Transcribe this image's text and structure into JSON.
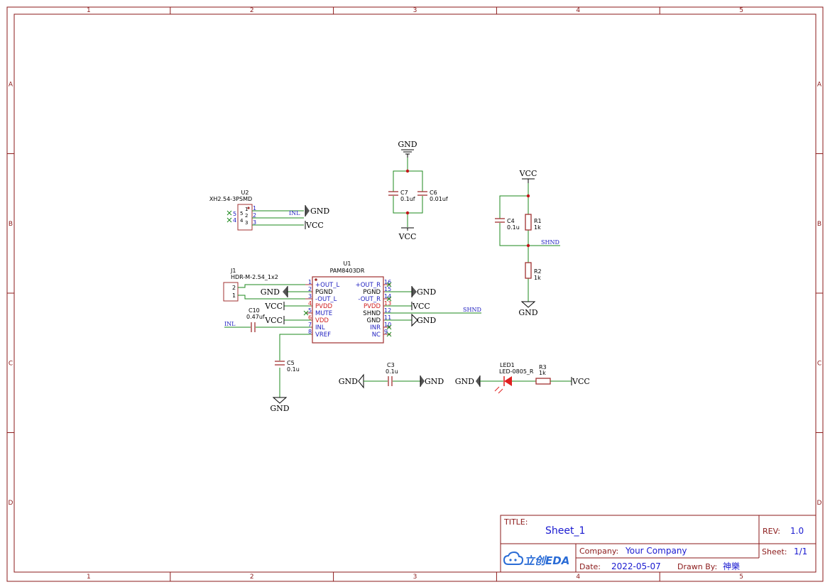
{
  "colors": {
    "frame": "#8b1a1a",
    "wire": "#1e8a1e",
    "pin_blue": "#2020c0",
    "pin_red": "#d02020",
    "cap": "#a03030",
    "text": "#000000",
    "title_blue": "#1a1ad0"
  },
  "frame": {
    "columns": [
      "1",
      "2",
      "3",
      "4",
      "5"
    ],
    "rows": [
      "A",
      "B",
      "C",
      "D"
    ]
  },
  "components": {
    "U2": {
      "ref": "U2",
      "value": "XH2.54-3PSMD",
      "pins": [
        "1",
        "2",
        "3",
        "4",
        "5"
      ]
    },
    "J1": {
      "ref": "J1",
      "value": "HDR-M-2.54_1x2",
      "pins": [
        "2",
        "1"
      ]
    },
    "U1": {
      "ref": "U1",
      "value": "PAM8403DR",
      "left_pins": [
        {
          "num": "1",
          "name": "+OUT_L",
          "kind": "blue"
        },
        {
          "num": "2",
          "name": "PGND",
          "kind": "black"
        },
        {
          "num": "3",
          "name": "-OUT_L",
          "kind": "blue"
        },
        {
          "num": "4",
          "name": "PVDD",
          "kind": "red"
        },
        {
          "num": "5",
          "name": "MUTE",
          "kind": "blue"
        },
        {
          "num": "6",
          "name": "VDD",
          "kind": "red"
        },
        {
          "num": "7",
          "name": "INL",
          "kind": "blue"
        },
        {
          "num": "8",
          "name": "VREF",
          "kind": "blue"
        }
      ],
      "right_pins": [
        {
          "num": "16",
          "name": "+OUT_R",
          "kind": "blue"
        },
        {
          "num": "15",
          "name": "PGND",
          "kind": "black"
        },
        {
          "num": "14",
          "name": "-OUT_R",
          "kind": "blue"
        },
        {
          "num": "13",
          "name": "PVDD",
          "kind": "red"
        },
        {
          "num": "12",
          "name": "SHND",
          "kind": "black"
        },
        {
          "num": "11",
          "name": "GND",
          "kind": "black"
        },
        {
          "num": "10",
          "name": "INR",
          "kind": "blue"
        },
        {
          "num": "9",
          "name": "NC",
          "kind": "blue"
        }
      ]
    },
    "C7": {
      "ref": "C7",
      "value": "0.1uf"
    },
    "C6": {
      "ref": "C6",
      "value": "0.01uf"
    },
    "C4": {
      "ref": "C4",
      "value": "0.1u"
    },
    "R1": {
      "ref": "R1",
      "value": "1k"
    },
    "R2": {
      "ref": "R2",
      "value": "1k"
    },
    "C10": {
      "ref": "C10",
      "value": "0.47uf"
    },
    "C5": {
      "ref": "C5",
      "value": "0.1u"
    },
    "C3": {
      "ref": "C3",
      "value": "0.1u"
    },
    "LED1": {
      "ref": "LED1",
      "value": "LED-0805_R"
    },
    "R3": {
      "ref": "R3",
      "value": "1k"
    }
  },
  "nets": {
    "gnd": "GND",
    "vcc": "VCC",
    "inl": "INL",
    "shnd": "SHND"
  },
  "title_block": {
    "title_label": "TITLE:",
    "title": "Sheet_1",
    "rev_label": "REV:",
    "rev": "1.0",
    "company_label": "Company:",
    "company": "Your Company",
    "sheet_label": "Sheet:",
    "sheet": "1/1",
    "date_label": "Date:",
    "date": "2022-05-07",
    "drawn_label": "Drawn By:",
    "drawn_by": "神樂",
    "logo_text": "立创EDA"
  }
}
